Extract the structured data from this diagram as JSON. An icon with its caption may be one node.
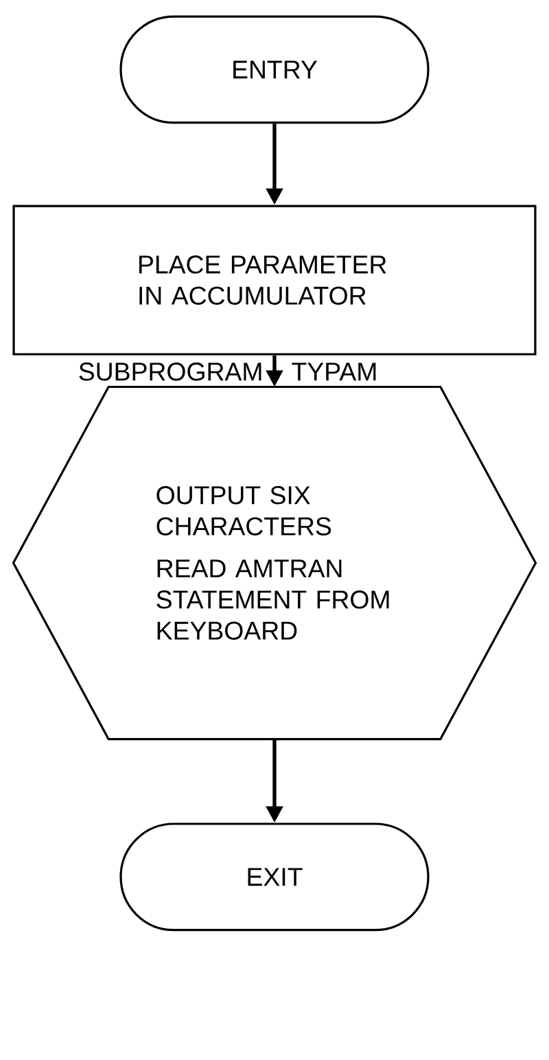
{
  "diagram": {
    "nodes": [
      {
        "text": [
          "ENTRY"
        ]
      },
      {
        "text": [
          "PLACE PARAMETER IN ACCUMULATOR"
        ]
      },
      {
        "text": [
          "OUTPUT SIX CHARACTERS",
          "READ AMTRAN STATEMENT FROM KEYBOARD"
        ]
      },
      {
        "text": [
          "EXIT"
        ]
      }
    ],
    "edges": [
      {
        "from": 0,
        "to": 1,
        "arrow": "to"
      },
      {
        "from": 1,
        "to": 2,
        "arrow": "to"
      },
      {
        "from": 2,
        "to": 3,
        "arrow": "to"
      }
    ],
    "labels": [
      "SUBPROGRAM",
      "TYPAM"
    ]
  }
}
